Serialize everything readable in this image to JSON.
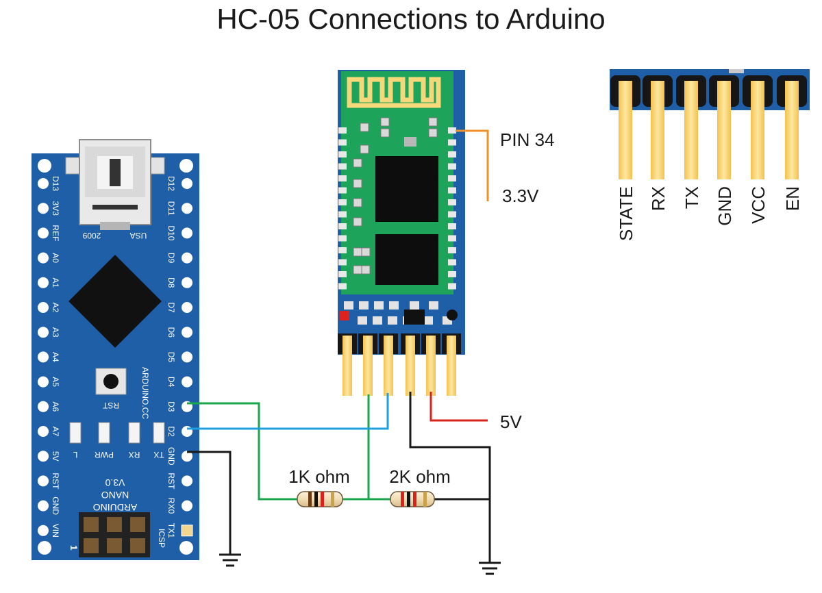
{
  "title": "HC-05 Connections to Arduino",
  "colors": {
    "board_blue": "#1f5fa8",
    "pcb_green": "#1ea35a",
    "pin_yellow": "#f9d56e",
    "wire_green": "#1aa64a",
    "wire_blue": "#1f9fe0",
    "wire_red": "#d8231c",
    "wire_black": "#1a1a1a",
    "wire_orange": "#f0902a"
  },
  "hc05": {
    "pin34_label": "PIN 34",
    "v33_label": "3.3V",
    "v5_label": "5V"
  },
  "resistors": {
    "r1_label": "1K ohm",
    "r2_label": "2K ohm"
  },
  "header_pins": [
    "STATE",
    "RX",
    "TX",
    "GND",
    "VCC",
    "EN"
  ],
  "nano": {
    "usb_mark": "USA",
    "year_mark": "2009",
    "rst_label": "RST",
    "site_label": "ARDUINO.CC",
    "name_lines": [
      "ARDUINO",
      "NANO",
      "V3.0"
    ],
    "icsp_label": "ICSP",
    "pin1_label": "1",
    "led_labels": [
      "L",
      "PWR",
      "RX",
      "TX"
    ],
    "left_pins": [
      "D13",
      "3V3",
      "REF",
      "A0",
      "A1",
      "A2",
      "A3",
      "A4",
      "A5",
      "A6",
      "A7",
      "5V",
      "RST",
      "GND",
      "VIN"
    ],
    "right_pins": [
      "D12",
      "D11",
      "D10",
      "D9",
      "D8",
      "D7",
      "D6",
      "D5",
      "D4",
      "D3",
      "D2",
      "GND",
      "RST",
      "RX0",
      "TX1"
    ]
  }
}
